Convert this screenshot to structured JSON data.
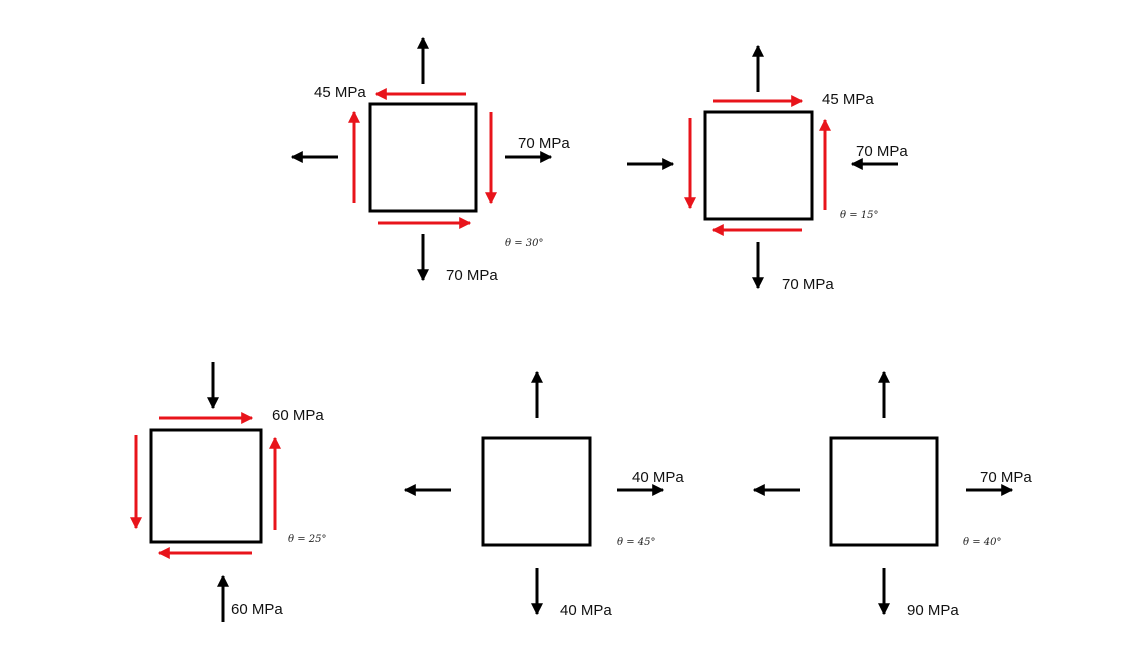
{
  "colors": {
    "normal_arrow": "#000000",
    "shear_arrow": "#e8141b",
    "element_border": "#000000"
  },
  "elements": [
    {
      "id": "element-1",
      "labels": {
        "shear": "45 MPa",
        "sigma_x": "70 MPa",
        "sigma_y": "70 MPa"
      },
      "angle": "θ = 30°"
    },
    {
      "id": "element-2",
      "labels": {
        "shear": "45 MPa",
        "sigma_x": "70 MPa",
        "sigma_y": "70 MPa"
      },
      "angle": "θ = 15°"
    },
    {
      "id": "element-3",
      "labels": {
        "shear": "60 MPa",
        "sigma_y": "60 MPa"
      },
      "angle": "θ = 25°"
    },
    {
      "id": "element-4",
      "labels": {
        "sigma_x": "40 MPa",
        "sigma_y": "40 MPa"
      },
      "angle": "θ = 45°"
    },
    {
      "id": "element-5",
      "labels": {
        "sigma_x": "70 MPa",
        "sigma_y": "90 MPa"
      },
      "angle": "θ = 40°"
    }
  ]
}
